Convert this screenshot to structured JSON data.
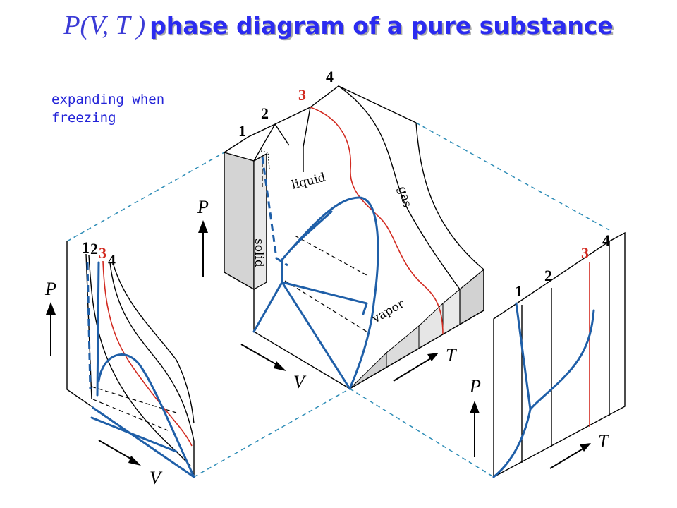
{
  "title": {
    "formula": "P(V, T )",
    "text": "phase diagram of a pure substance"
  },
  "note": "expanding when\nfreezing",
  "labels": {
    "one": "1",
    "two": "2",
    "three": "3",
    "four": "4",
    "p_axis": "P",
    "v_axis": "V",
    "t_axis": "T",
    "liquid": "liquid",
    "solid": "solid",
    "vapor": "vapor",
    "gas": "gas"
  },
  "colors": {
    "title": "#2b2bf0",
    "curves": "#1f5fa8",
    "isotherm_3": "#d22a20",
    "guides": "#2d8cb6"
  }
}
